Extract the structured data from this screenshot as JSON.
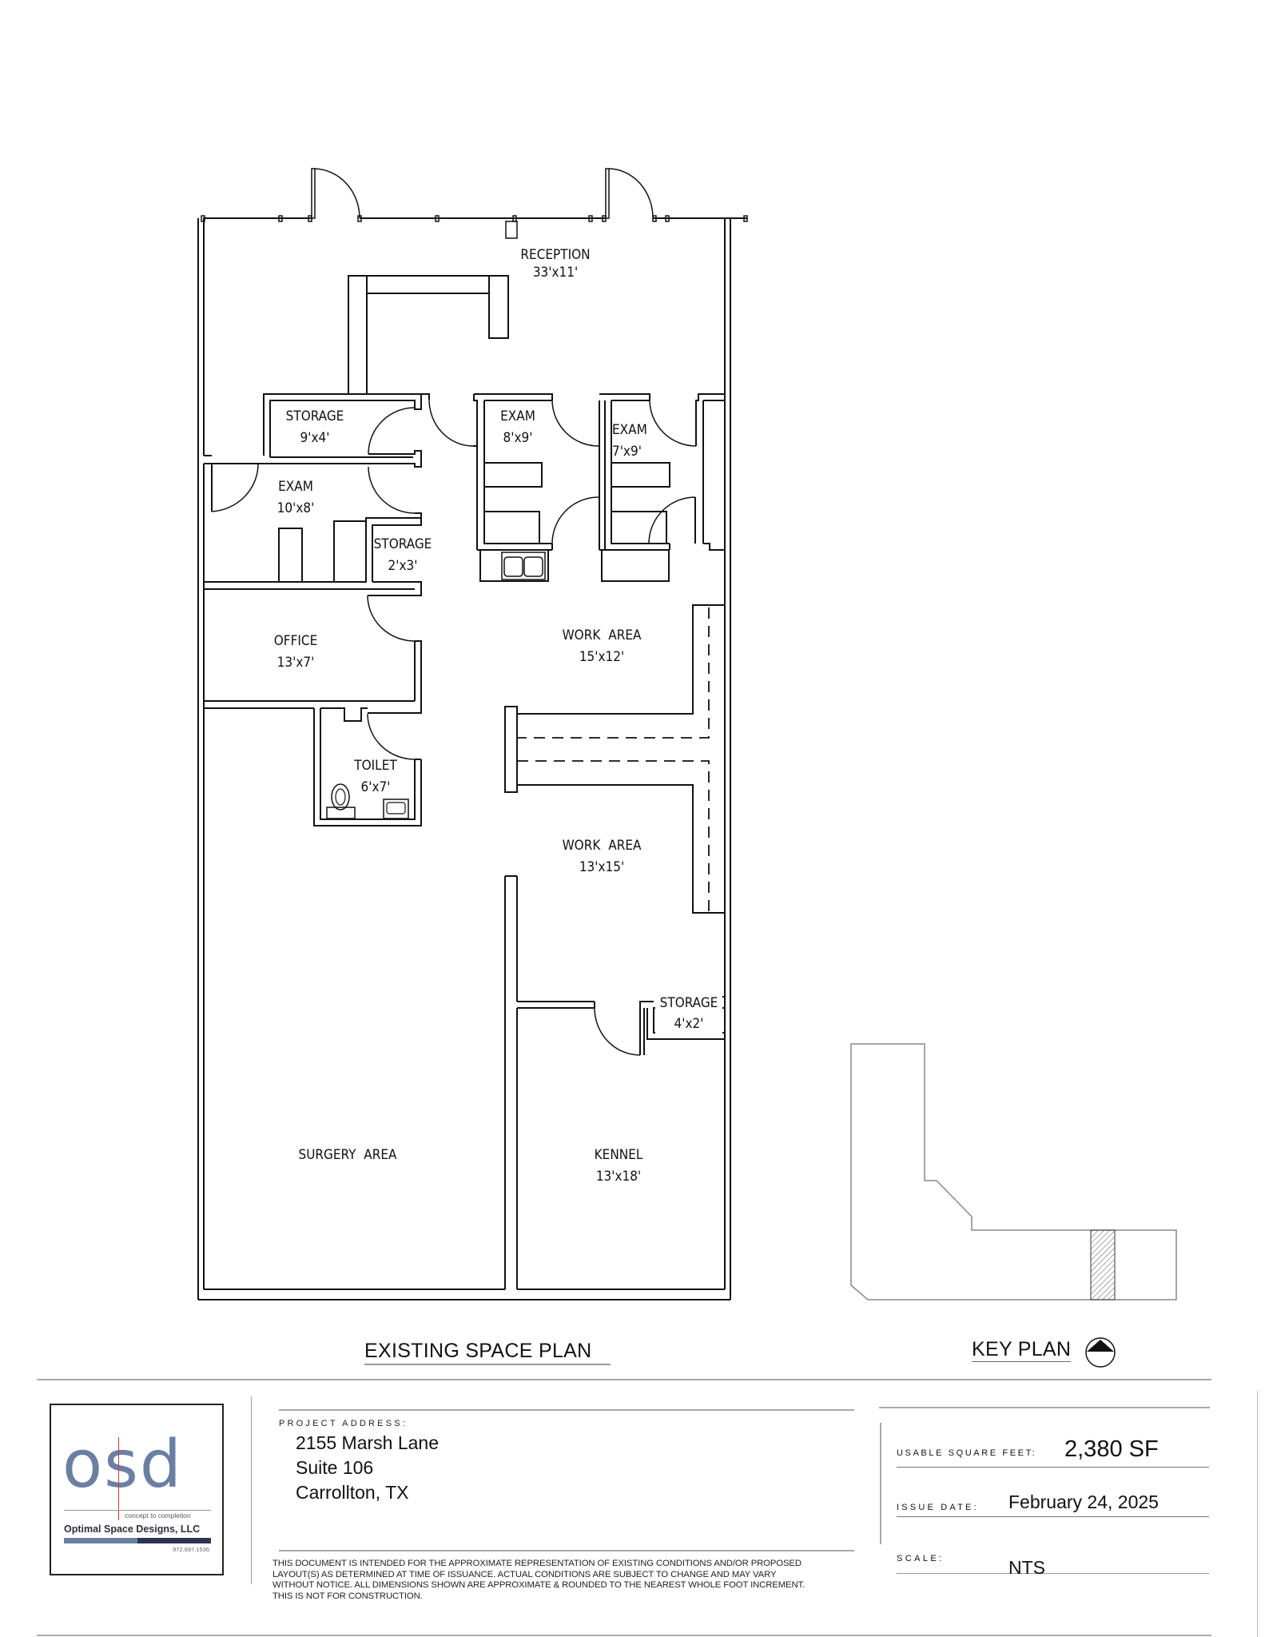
{
  "plan": {
    "title": "EXISTING SPACE PLAN",
    "rooms": [
      {
        "name": "RECEPTION",
        "size": "33'x11'"
      },
      {
        "name": "STORAGE",
        "size": "9'x4'"
      },
      {
        "name": "EXAM",
        "size": "8'x9'"
      },
      {
        "name": "EXAM",
        "size": "7'x9'"
      },
      {
        "name": "EXAM",
        "size": "10'x8'"
      },
      {
        "name": "STORAGE",
        "size": "2'x3'"
      },
      {
        "name": "OFFICE",
        "size": "13'x7'"
      },
      {
        "name": "WORK AREA",
        "size": "15'x12'"
      },
      {
        "name": "TOILET",
        "size": "6'x7'"
      },
      {
        "name": "WORK AREA",
        "size": "13'x15'"
      },
      {
        "name": "STORAGE",
        "size": "4'x2'"
      },
      {
        "name": "SURGERY AREA",
        "size": ""
      },
      {
        "name": "KENNEL",
        "size": "13'x18'"
      }
    ]
  },
  "key_plan": {
    "title": "KEY PLAN",
    "north_arrow_icon": "north-arrow-icon"
  },
  "title_block": {
    "logo": {
      "letters": "osd",
      "tagline": "concept to completion",
      "company": "Optimal Space Designs, LLC",
      "phone": "972.697.1536",
      "colors": {
        "primary": "#6b7fa3",
        "dark": "#2c3550",
        "accent": "#c43c3c"
      }
    },
    "project_address_label": "PROJECT ADDRESS:",
    "address_lines": [
      "2155 Marsh Lane",
      "Suite 106",
      "Carrollton, TX"
    ],
    "disclaimer_lines": [
      "THIS DOCUMENT IS INTENDED FOR THE APPROXIMATE REPRESENTATION OF EXISTING CONDITIONS AND/OR PROPOSED",
      "LAYOUT(S) AS DETERMINED AT TIME OF ISSUANCE.  ACTUAL CONDITIONS ARE SUBJECT TO CHANGE AND MAY VARY",
      "WITHOUT NOTICE.  ALL DIMENSIONS SHOWN ARE APPROXIMATE & ROUNDED TO THE NEAREST WHOLE FOOT INCREMENT.",
      "THIS IS NOT FOR CONSTRUCTION."
    ],
    "usable_sf_label": "USABLE  SQUARE FEET:",
    "usable_sf_value": "2,380 SF",
    "issue_date_label": "ISSUE DATE:",
    "issue_date_value": "February 24, 2025",
    "scale_label": "SCALE:",
    "scale_value": "NTS"
  }
}
